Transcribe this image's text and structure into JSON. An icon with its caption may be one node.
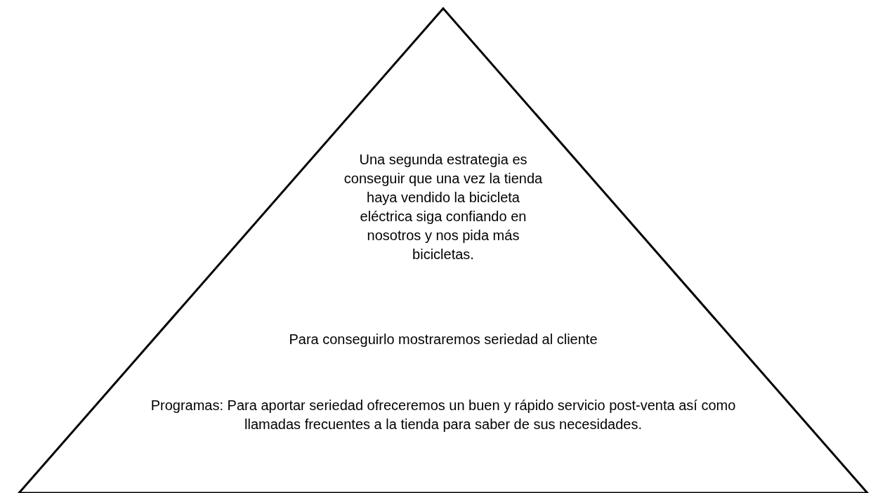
{
  "diagram": {
    "nodes": [
      {
        "text": [
          "Una segunda estrategia es conseguir que una vez la tienda haya vendido la bicicleta eléctrica siga confiando en nosotros y nos pida más bicicletas.",
          "Para conseguirlo mostraremos seriedad al cliente",
          "Programas: Para aportar seriedad ofreceremos un buen y rápido servicio post-venta así como llamadas frecuentes a la tienda para saber de sus necesidades."
        ]
      }
    ]
  }
}
